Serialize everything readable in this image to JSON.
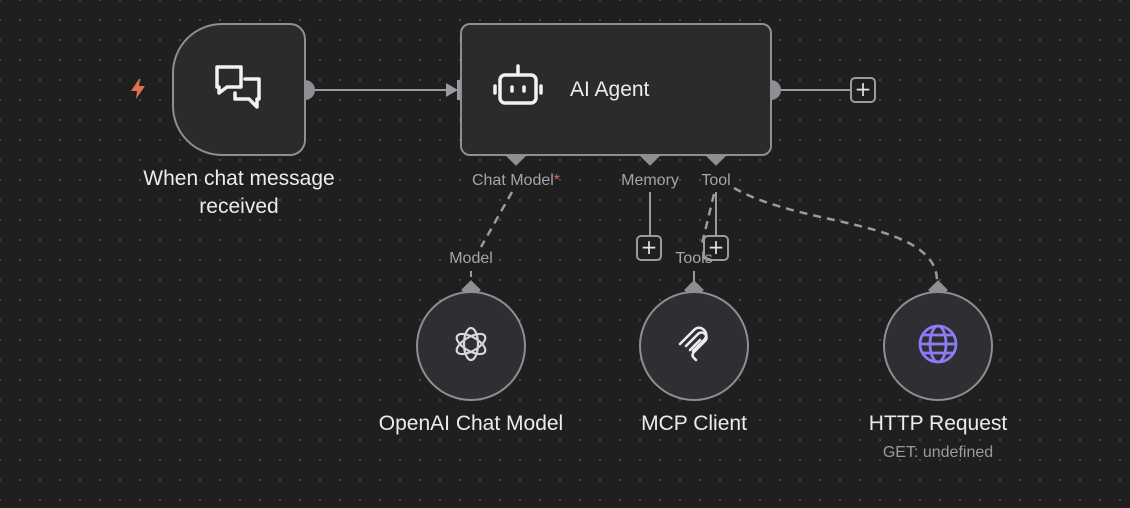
{
  "canvas": {
    "background": "#1f1f1f",
    "edge_color": "#9a9aa0"
  },
  "nodes": {
    "trigger": {
      "label": "When chat message received",
      "icon": "chat-bubbles-icon",
      "trigger_icon": "lightning-bolt-icon",
      "trigger_color": "#e0704f"
    },
    "agent": {
      "label": "AI Agent",
      "icon": "robot-icon",
      "handles": {
        "chat_model": "Chat Model",
        "chat_model_required": "*",
        "memory": "Memory",
        "tool": "Tool"
      }
    },
    "openai": {
      "label": "OpenAI Chat Model",
      "handle": "Model",
      "icon": "openai-logo-icon"
    },
    "mcp": {
      "label": "MCP Client",
      "handle": "Tools",
      "icon": "mcp-logo-icon"
    },
    "http": {
      "label": "HTTP Request",
      "sublabel": "GET: undefined",
      "icon": "globe-icon",
      "icon_color": "#8b7cf6"
    }
  },
  "buttons": {
    "add_symbol": "+"
  }
}
